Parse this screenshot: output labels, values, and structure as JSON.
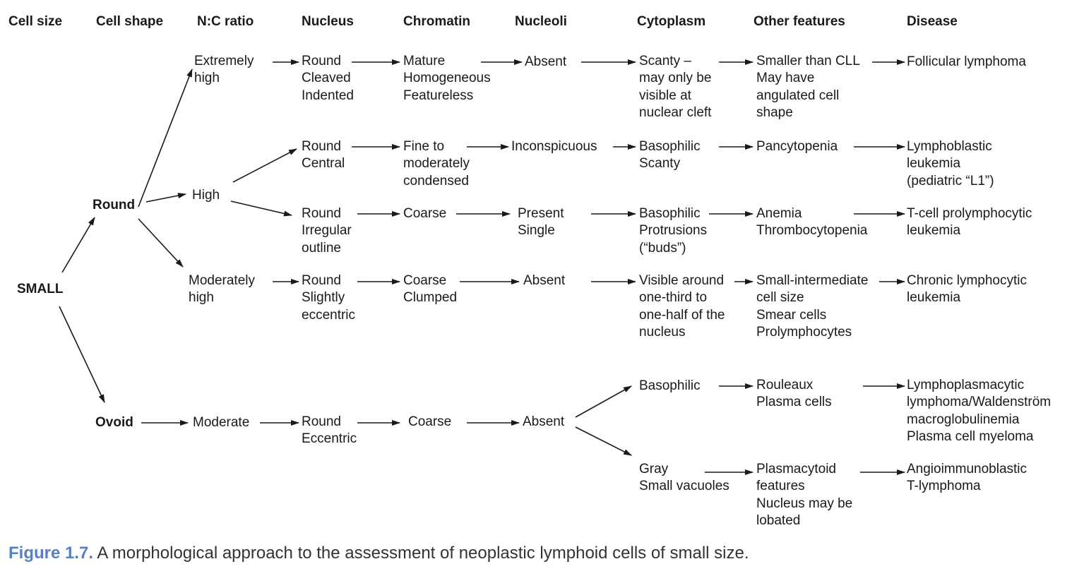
{
  "headers": {
    "cell_size": "Cell size",
    "cell_shape": "Cell shape",
    "nc_ratio": "N:C ratio",
    "nucleus": "Nucleus",
    "chromatin": "Chromatin",
    "nucleoli": "Nucleoli",
    "cytoplasm": "Cytoplasm",
    "other": "Other features",
    "disease": "Disease"
  },
  "size": {
    "small": "SMALL"
  },
  "shape": {
    "round": "Round",
    "ovoid": "Ovoid"
  },
  "nc": {
    "extremely_high": [
      "Extremely",
      "high"
    ],
    "high": [
      "High"
    ],
    "moderately_high": [
      "Moderately",
      "high"
    ],
    "moderate": [
      "Moderate"
    ]
  },
  "rows": {
    "r1": {
      "nucleus": [
        "Round",
        "Cleaved",
        "Indented"
      ],
      "chromatin": [
        "Mature",
        "Homogeneous",
        "Featureless"
      ],
      "nucleoli": [
        "Absent"
      ],
      "cytoplasm": [
        "Scanty –",
        "may only be",
        "visible at",
        "nuclear cleft"
      ],
      "other": [
        "Smaller than CLL",
        "May have",
        "angulated cell",
        "shape"
      ],
      "disease": [
        "Follicular lymphoma"
      ]
    },
    "r2": {
      "nucleus": [
        "Round",
        "Central"
      ],
      "chromatin": [
        "Fine to",
        "moderately",
        "condensed"
      ],
      "nucleoli": [
        "Inconspicuous"
      ],
      "cytoplasm": [
        "Basophilic",
        "Scanty"
      ],
      "other": [
        "Pancytopenia"
      ],
      "disease": [
        "Lymphoblastic",
        "leukemia",
        "(pediatric “L1”)"
      ]
    },
    "r3": {
      "nucleus": [
        "Round",
        "Irregular",
        "outline"
      ],
      "chromatin": [
        "Coarse"
      ],
      "nucleoli": [
        "Present",
        "Single"
      ],
      "cytoplasm": [
        "Basophilic",
        "Protrusions",
        "(“buds”)"
      ],
      "other": [
        "Anemia",
        "Thrombocytopenia"
      ],
      "disease": [
        "T-cell prolymphocytic",
        "leukemia"
      ]
    },
    "r4": {
      "nucleus": [
        "Round",
        "Slightly",
        "eccentric"
      ],
      "chromatin": [
        "Coarse",
        "Clumped"
      ],
      "nucleoli": [
        "Absent"
      ],
      "cytoplasm": [
        "Visible around",
        "one-third to",
        "one-half of the",
        "nucleus"
      ],
      "other": [
        "Small-intermediate",
        "cell size",
        "Smear cells",
        "Prolymphocytes"
      ],
      "disease": [
        "Chronic lymphocytic",
        "leukemia"
      ]
    },
    "r5": {
      "nucleus": [
        "Round",
        "Eccentric"
      ],
      "chromatin": [
        "Coarse"
      ],
      "nucleoli": [
        "Absent"
      ],
      "cytoplasm_a": [
        "Basophilic"
      ],
      "other_a": [
        "Rouleaux",
        "Plasma cells"
      ],
      "disease_a": [
        "Lymphoplasmacytic",
        "lymphoma/Waldenström",
        "macroglobulinemia",
        "Plasma cell myeloma"
      ],
      "cytoplasm_b": [
        "Gray",
        "Small vacuoles"
      ],
      "other_b": [
        "Plasmacytoid",
        "features",
        "Nucleus may be",
        "lobated"
      ],
      "disease_b": [
        "Angioimmunoblastic",
        "T-lymphoma"
      ]
    }
  },
  "caption": {
    "label": "Figure 1.7.",
    "text": " A morphological approach to the assessment of neoplastic lymphoid cells of small size."
  },
  "colors": {
    "caption_label": "#5a7fc2",
    "text": "#1a1a1a",
    "arrow": "#1a1a1a"
  }
}
